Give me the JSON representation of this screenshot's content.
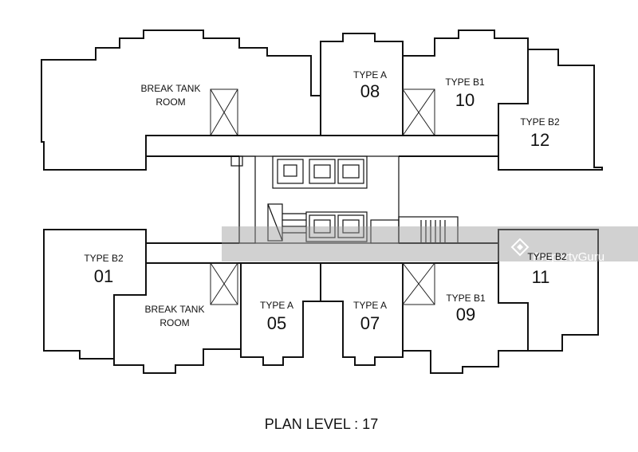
{
  "plan_title": "PLAN LEVEL : 17",
  "watermark": "PropertyGuru",
  "rooms": {
    "break_tank_top": {
      "line1": "BREAK TANK",
      "line2": "ROOM"
    },
    "break_tank_bottom": {
      "line1": "BREAK TANK",
      "line2": "ROOM"
    },
    "unit_08": {
      "type": "TYPE A",
      "number": "08"
    },
    "unit_10": {
      "type": "TYPE B1",
      "number": "10"
    },
    "unit_12": {
      "type": "TYPE B2",
      "number": "12"
    },
    "unit_01": {
      "type": "TYPE B2",
      "number": "01"
    },
    "unit_05": {
      "type": "TYPE A",
      "number": "05"
    },
    "unit_07": {
      "type": "TYPE A",
      "number": "07"
    },
    "unit_09": {
      "type": "TYPE B1",
      "number": "09"
    },
    "unit_11": {
      "type": "TYPE B2",
      "number": "11"
    }
  },
  "colors": {
    "line": "#111111",
    "watermark_band": "#9a9a9a",
    "background": "#ffffff"
  }
}
